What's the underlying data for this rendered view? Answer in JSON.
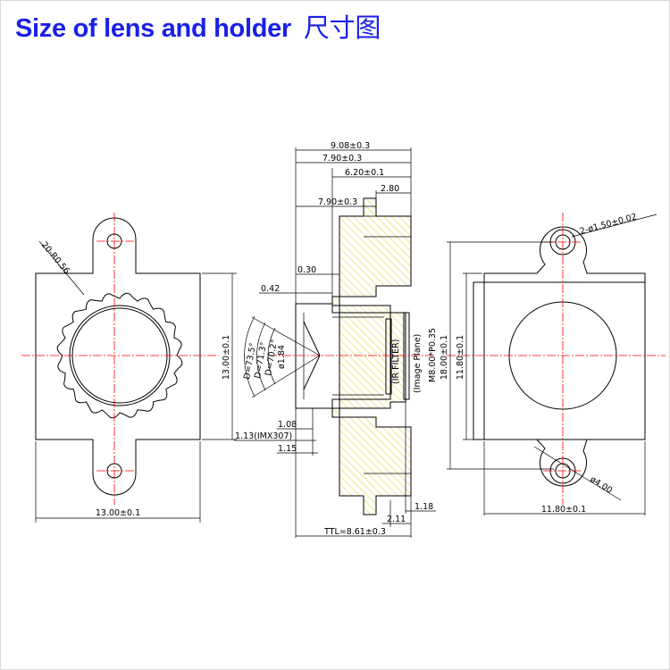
{
  "header": {
    "title_en": "Size of lens and holder",
    "title_cn": "尺寸图"
  },
  "colors": {
    "title": "#1a20e8",
    "centerline": "#ff0000",
    "hatch": "#e8dc5c"
  },
  "front_view": {
    "radius_label": "20-R0.56",
    "width_label": "13.00±0.1",
    "height_label": "13.00±0.1"
  },
  "side_view": {
    "dims": {
      "d_908": "9.08±0.3",
      "d_790a": "7.90±0.3",
      "d_620": "6.20±0.1",
      "d_280": "2.80",
      "d_790b": "7.90±0.3",
      "d_030": "0.30",
      "d_042": "0.42",
      "d_108": "1.08",
      "d_113": "1.13(IMX307)",
      "d_115": "1.15",
      "d_118": "1.18",
      "d_211": "2.11",
      "ttl": "TTL=8.61±0.3"
    },
    "fov": {
      "d1": "D=73.5°",
      "d2": "D=71.3°",
      "d3": "D=70.2°",
      "aperture": "ø1.84"
    },
    "labels": {
      "ir_filter": "(IR FILTER)",
      "image_plane": "(Image Plane)",
      "thread": "M8.00*P0.35"
    }
  },
  "back_view": {
    "hole_label": "2-ø1.50±0.02",
    "post_label": "ø4.00",
    "width_label": "11.80±0.1",
    "height_outer": "18.00±0.1",
    "height_inner": "11.80±0.1"
  }
}
